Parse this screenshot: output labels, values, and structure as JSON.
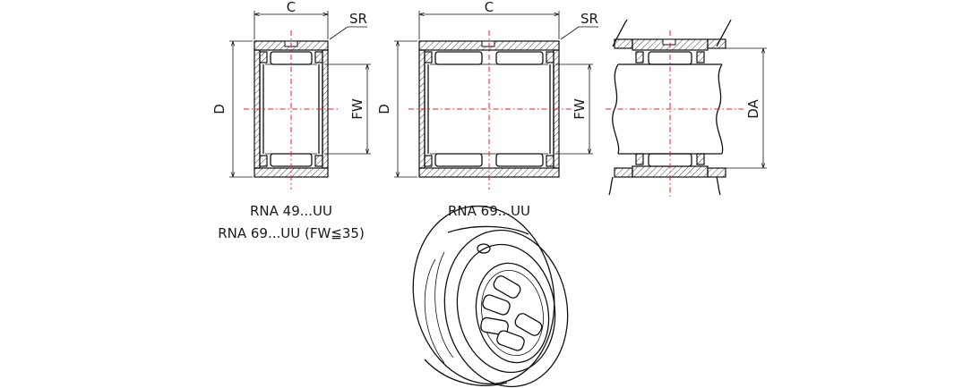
{
  "labels": {
    "c_left": "C",
    "sr_left": "SR",
    "d_left": "D",
    "fw_left": "FW",
    "c_mid": "C",
    "sr_mid": "SR",
    "d_mid": "D",
    "fw_mid": "FW",
    "da_right": "DA"
  },
  "captions": {
    "left_line1": "RNA 49...UU",
    "left_line2": "RNA 69...UU (FW≦35)",
    "middle": "RNA 69...UU"
  },
  "colors": {
    "line": "#111111",
    "centerline": "#e0202a",
    "text": "#1a1a1a"
  }
}
